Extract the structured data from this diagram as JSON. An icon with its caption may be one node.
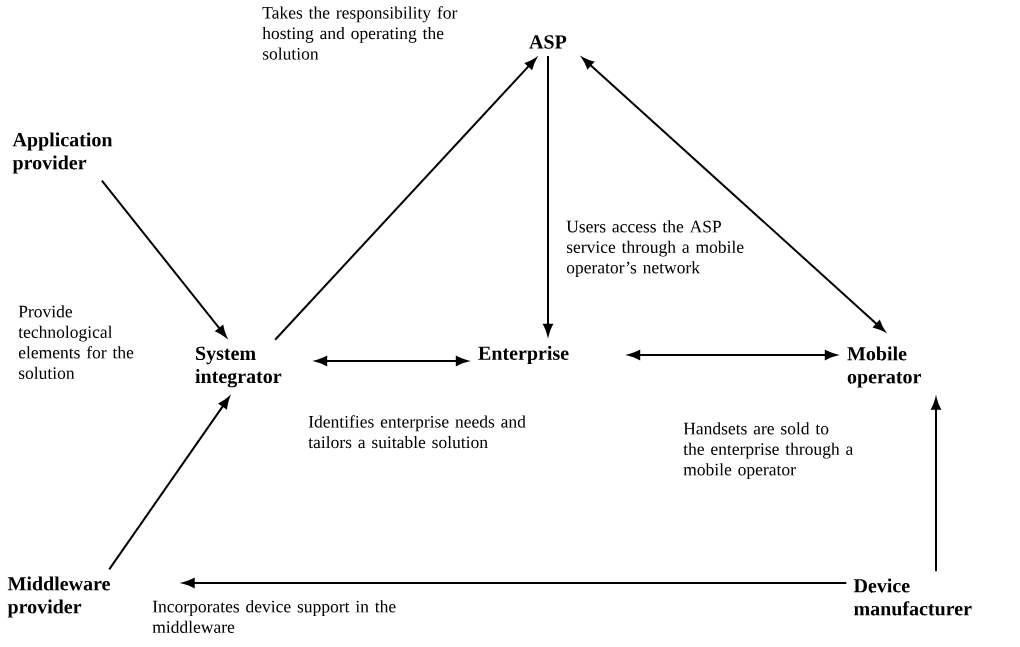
{
  "diagram": {
    "nodes": [
      {
        "text": [
          "Application provider"
        ]
      },
      {
        "text": [
          "ASP"
        ]
      },
      {
        "text": [
          "System integrator"
        ]
      },
      {
        "text": [
          "Enterprise"
        ]
      },
      {
        "text": [
          "Mobile operator"
        ]
      },
      {
        "text": [
          "Middleware provider"
        ]
      },
      {
        "text": [
          "Device manufacturer"
        ]
      }
    ],
    "edges": [
      {
        "from": 0,
        "to": 2,
        "arrow": "to"
      },
      {
        "from": 5,
        "to": 2,
        "arrow": "to"
      },
      {
        "from": 2,
        "to": 1,
        "arrow": "to"
      },
      {
        "from": 1,
        "to": 3,
        "arrow": "to"
      },
      {
        "from": 1,
        "to": 4,
        "arrow": "both"
      },
      {
        "from": 2,
        "to": 3,
        "arrow": "both"
      },
      {
        "from": 3,
        "to": 4,
        "arrow": "both"
      },
      {
        "from": 6,
        "to": 4,
        "arrow": "to"
      },
      {
        "from": 6,
        "to": 5,
        "arrow": "to"
      }
    ],
    "labels": [
      "Takes the responsibility for hosting and operating the solution",
      "Provide technological elements for the solution",
      "Users access the ASP service through a mobile operator’s network",
      "Identifies enterprise needs and tailors a suitable solution",
      "Handsets are sold to the enterprise through a mobile operator",
      "Incorporates device support in the middleware"
    ]
  }
}
